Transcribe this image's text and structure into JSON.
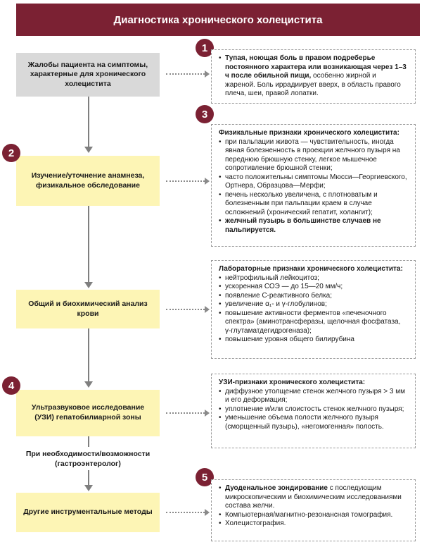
{
  "title": "Диагностика хронического холецистита",
  "steps": {
    "complaints": "Жалобы пациента на симптомы, характерные для хронического холецистита",
    "anamnesis": "Изучение/уточнение анамнеза, физикальное обследование",
    "blood": "Общий и биохимический анализ крови",
    "ultrasound": "Ультразвуковое исследование (УЗИ) гепатобилиарной зоны",
    "other": "Другие инструментальные методы"
  },
  "note": "При необходимости/возможности (гастроэнтеролог)",
  "badges": [
    "1",
    "2",
    "3",
    "4",
    "5"
  ],
  "panels": {
    "p1": {
      "bold": "Тупая, ноющая боль в правом подреберье постоянного характера или возникающая через 1–3 ч после обильной пищи,",
      "rest": " особенно жирной и жареной. Боль иррадиирует вверх, в область правого плеча, шеи, правой лопатки."
    },
    "p3": {
      "heading": "Физикальные признаки хронического холецистита:",
      "items": [
        "при пальпации живота — чувствительность, иногда явная болезненность в проекции желчного пузыря на переднюю брюшную стенку, легкое мышечное сопротивление брюшной стенки;",
        "часто положительны симптомы Мюсси—Георгиевского, Ортнера, Образцова—Мерфи;",
        "печень несколько увеличена, с плотноватым и болезненным при пальпации краем в случае осложнений (хронический гепатит, холангит);"
      ],
      "bold_item": "желчный пузырь в большинстве случаев не пальпируется."
    },
    "lab": {
      "heading": "Лабораторные признаки хронического холецистита:",
      "items": [
        "нейтрофильный лейкоцитоз;",
        "ускоренная СОЭ — до 15—20 мм/ч;",
        "появление С-реактивного белка;",
        "увеличение α₁- и γ-глобулинов;",
        "повышение активности ферментов «печеночного спектра» (аминотрансферазы, щелочная фосфатаза, γ-глутаматдегидрогеназа);",
        "повышение уровня общего билирубина"
      ]
    },
    "uzi": {
      "heading": "УЗИ-признаки хронического холецистита:",
      "items": [
        "диффузное утолщение стенок желчного пузыря > 3 мм и его деформация;",
        "уплотнение и/или слоистость стенок желчного пузыря;",
        "уменьшение объема полости желчного пузыря (сморщенный пузырь), «негомогенная» полость."
      ]
    },
    "p5": {
      "bold": "Дуоденальное зондирование",
      "rest": " с последующим микроскопическим и биохимическим исследованиями состава желчи.",
      "items": [
        "Компьютерная/магнитно-резонансная томография.",
        "Холецистография."
      ]
    }
  },
  "colors": {
    "header": "#7b2133",
    "badge": "#7b2133",
    "gray_box": "#d9d9d9",
    "yellow_box": "#fdf5b5"
  }
}
